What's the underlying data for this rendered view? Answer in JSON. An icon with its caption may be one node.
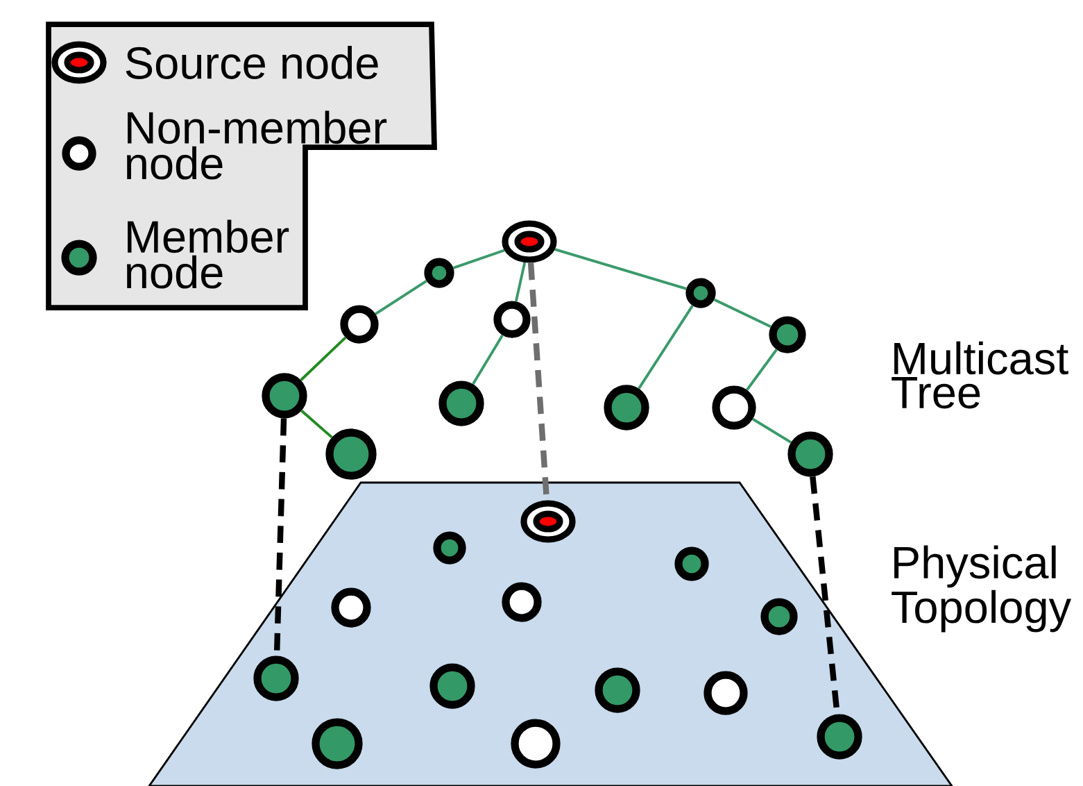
{
  "diagram": {
    "nodes": [
      {
        "text": [],
        "shape": "circle"
      },
      {
        "text": [],
        "shape": "circle"
      },
      {
        "text": [],
        "shape": "circle"
      },
      {
        "text": [],
        "shape": "circle"
      },
      {
        "text": [],
        "shape": "circle"
      },
      {
        "text": [],
        "shape": "circle"
      },
      {
        "text": [],
        "shape": "circle"
      },
      {
        "text": [],
        "shape": "circle"
      },
      {
        "text": [],
        "shape": "circle"
      },
      {
        "text": [],
        "shape": "circle"
      },
      {
        "text": [],
        "shape": "circle"
      },
      {
        "text": [],
        "shape": "circle"
      },
      {
        "text": [],
        "shape": "circle"
      },
      {
        "text": [],
        "shape": "circle"
      },
      {
        "text": [],
        "shape": "circle"
      },
      {
        "text": [],
        "shape": "circle"
      },
      {
        "text": [],
        "shape": "circle"
      },
      {
        "text": [],
        "shape": "circle"
      },
      {
        "text": [],
        "shape": "circle"
      },
      {
        "text": [],
        "shape": "circle"
      },
      {
        "text": [],
        "shape": "circle"
      },
      {
        "text": [],
        "shape": "circle"
      },
      {
        "text": [],
        "shape": "circle"
      },
      {
        "text": [],
        "shape": "circle"
      },
      {
        "text": [],
        "shape": "circle"
      }
    ],
    "edges": [
      {
        "from": 0,
        "to": 1,
        "arrow": "none"
      },
      {
        "from": 1,
        "to": 2,
        "arrow": "none"
      },
      {
        "from": 2,
        "to": 5,
        "arrow": "none",
        "color": "#228b22"
      },
      {
        "from": 5,
        "to": 6,
        "arrow": "none",
        "color": "#228b22"
      },
      {
        "from": 0,
        "to": 3,
        "arrow": "none"
      },
      {
        "from": 3,
        "to": 7,
        "arrow": "none"
      },
      {
        "from": 0,
        "to": 4,
        "arrow": "none"
      },
      {
        "from": 4,
        "to": 8,
        "arrow": "none"
      },
      {
        "from": 4,
        "to": 9,
        "arrow": "none"
      },
      {
        "from": 9,
        "to": 10,
        "arrow": "none"
      },
      {
        "from": 10,
        "to": 11,
        "arrow": "none"
      },
      {
        "from": 0,
        "to": 12,
        "arrow": "none",
        "style": "dashed",
        "color": "#6e6e6e"
      },
      {
        "from": 5,
        "to": 18,
        "arrow": "none",
        "style": "dashed",
        "color": "#000000"
      },
      {
        "from": 11,
        "to": 24,
        "arrow": "none",
        "style": "dashed",
        "color": "#000000"
      }
    ],
    "labels": [
      "Multicast Tree",
      "Physical Topology"
    ],
    "legend": [
      {
        "text": "Source node"
      },
      {
        "text": "Non-member node"
      },
      {
        "text": "Member node"
      }
    ]
  }
}
